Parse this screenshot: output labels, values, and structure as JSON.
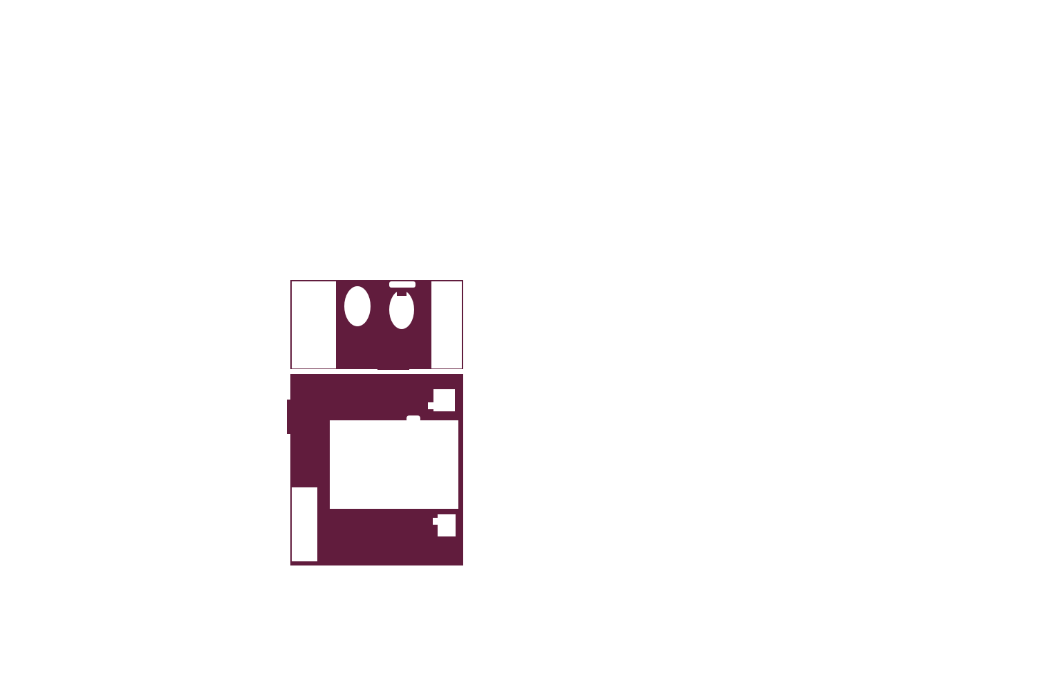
{
  "colors": {
    "background": "#ffffff",
    "floor_fill": "#611c3d",
    "fixture_fill": "#ffffff"
  },
  "plan": {
    "rooms": [
      "bathroom",
      "bedroom"
    ],
    "bathroom_fixtures": [
      "toilet",
      "toilet",
      "shower",
      "closet"
    ],
    "bedroom_fixtures": [
      "bed",
      "nightstand",
      "nightstand",
      "dresser"
    ],
    "text_labels": []
  }
}
